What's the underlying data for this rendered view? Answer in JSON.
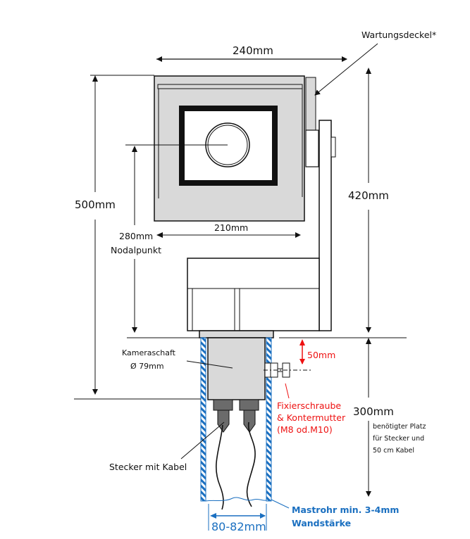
{
  "diagram": {
    "title": "Camera mounting dimensions",
    "labels": {
      "maintenance_cover": "Wartungsdeckel*",
      "width_total": "240mm",
      "height_total": "500mm",
      "height_upper": "420mm",
      "width_housing": "210mm",
      "nodal_height": "280mm",
      "nodal_label": "Nodalpunkt",
      "shaft_label": "Kameraschaft",
      "shaft_diameter": "Ø 79mm",
      "screw_offset": "50mm",
      "screw_line1": "Fixierschraube",
      "screw_line2": "& Kontermutter",
      "screw_line3": "(M8 od.M10)",
      "space_below": "300mm",
      "space_note1": "benötigter Platz",
      "space_note2": "für Stecker und",
      "space_note3": "50 cm Kabel",
      "plug_label": "Stecker mit Kabel",
      "mast_line1": "Mastrohr min. 3-4mm",
      "mast_line2": "Wandstärke",
      "mast_inner": "80-82mm"
    },
    "colors": {
      "housing_fill": "#d9d9d9",
      "plug_fill": "#6b6b6b",
      "mast_blue": "#1a6fc0",
      "accent_red": "#ee1111"
    }
  }
}
